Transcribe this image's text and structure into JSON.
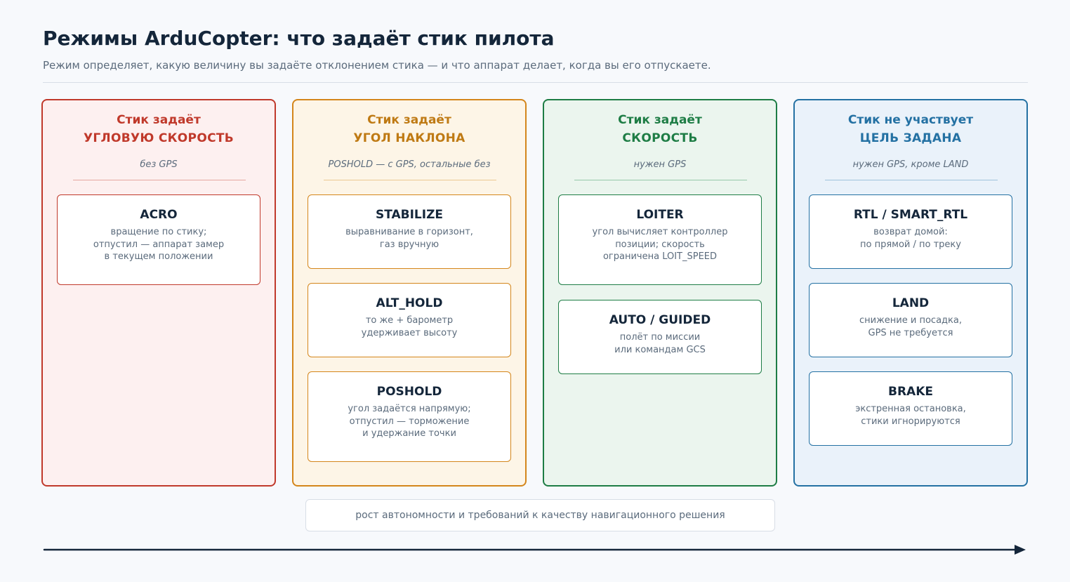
{
  "header": {
    "title": "Режимы ArduCopter: что задаёт стик пилота",
    "subtitle": "Режим определяет, какую величину вы задаёте отклонением стика — и что аппарат делает, когда вы его отпускаете."
  },
  "columns": [
    {
      "line1": "Стик задаёт",
      "line2": "УГЛОВУЮ СКОРОСТЬ",
      "note": "без GPS",
      "color": "#c0392b",
      "modes": [
        {
          "name": "ACRO",
          "desc": "вращение по стику;\nотпустил — аппарат замер\nв текущем положении"
        }
      ]
    },
    {
      "line1": "Стик задаёт",
      "line2": "УГОЛ НАКЛОНА",
      "note": "POSHOLD — с GPS, остальные без",
      "color": "#d4861b",
      "modes": [
        {
          "name": "STABILIZE",
          "desc": "выравнивание в горизонт,\nгаз вручную"
        },
        {
          "name": "ALT_HOLD",
          "desc": "то же + барометр\nудерживает высоту"
        },
        {
          "name": "POSHOLD",
          "desc": "угол задаётся напрямую;\nотпустил — торможение\nи удержание точки"
        }
      ]
    },
    {
      "line1": "Стик задаёт",
      "line2": "СКОРОСТЬ",
      "note": "нужен GPS",
      "color": "#1e7d45",
      "modes": [
        {
          "name": "LOITER",
          "desc": "угол вычисляет контроллер\nпозиции; скорость\nограничена LOIT_SPEED"
        },
        {
          "name": "AUTO / GUIDED",
          "desc": "полёт по миссии\nили командам GCS"
        }
      ]
    },
    {
      "line1": "Стик не участвует",
      "line2": "ЦЕЛЬ ЗАДАНА",
      "note": "нужен GPS, кроме LAND",
      "color": "#2471a3",
      "modes": [
        {
          "name": "RTL / SMART_RTL",
          "desc": "возврат домой:\nпо прямой / по треку"
        },
        {
          "name": "LAND",
          "desc": "снижение и посадка,\nGPS не требуется"
        },
        {
          "name": "BRAKE",
          "desc": "экстренная остановка,\nстики игнорируются"
        }
      ]
    }
  ],
  "axis": {
    "label": "рост автономности и требований к качеству навигационного решения"
  }
}
